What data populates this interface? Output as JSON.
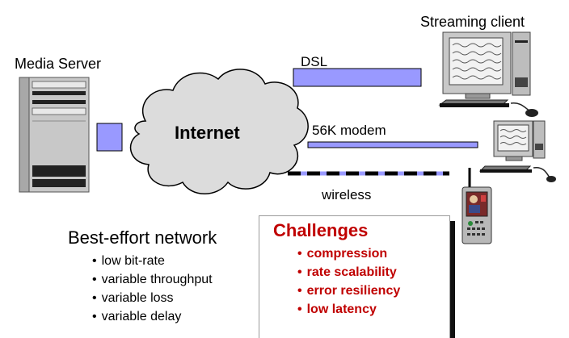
{
  "labels": {
    "media_server": "Media Server",
    "streaming_client": "Streaming client",
    "internet": "Internet",
    "dsl": "DSL",
    "modem": "56K modem",
    "wireless": "wireless"
  },
  "network": {
    "title": "Best-effort network",
    "items": [
      "low bit-rate",
      "variable throughput",
      "variable loss",
      "variable delay"
    ]
  },
  "challenges": {
    "title": "Challenges",
    "items": [
      "compression",
      "rate scalability",
      "error resiliency",
      "low latency"
    ]
  },
  "colors": {
    "link_fill": "#9999ff",
    "challenge_text": "#c00000",
    "cloud_fill": "#dcdcdc"
  }
}
